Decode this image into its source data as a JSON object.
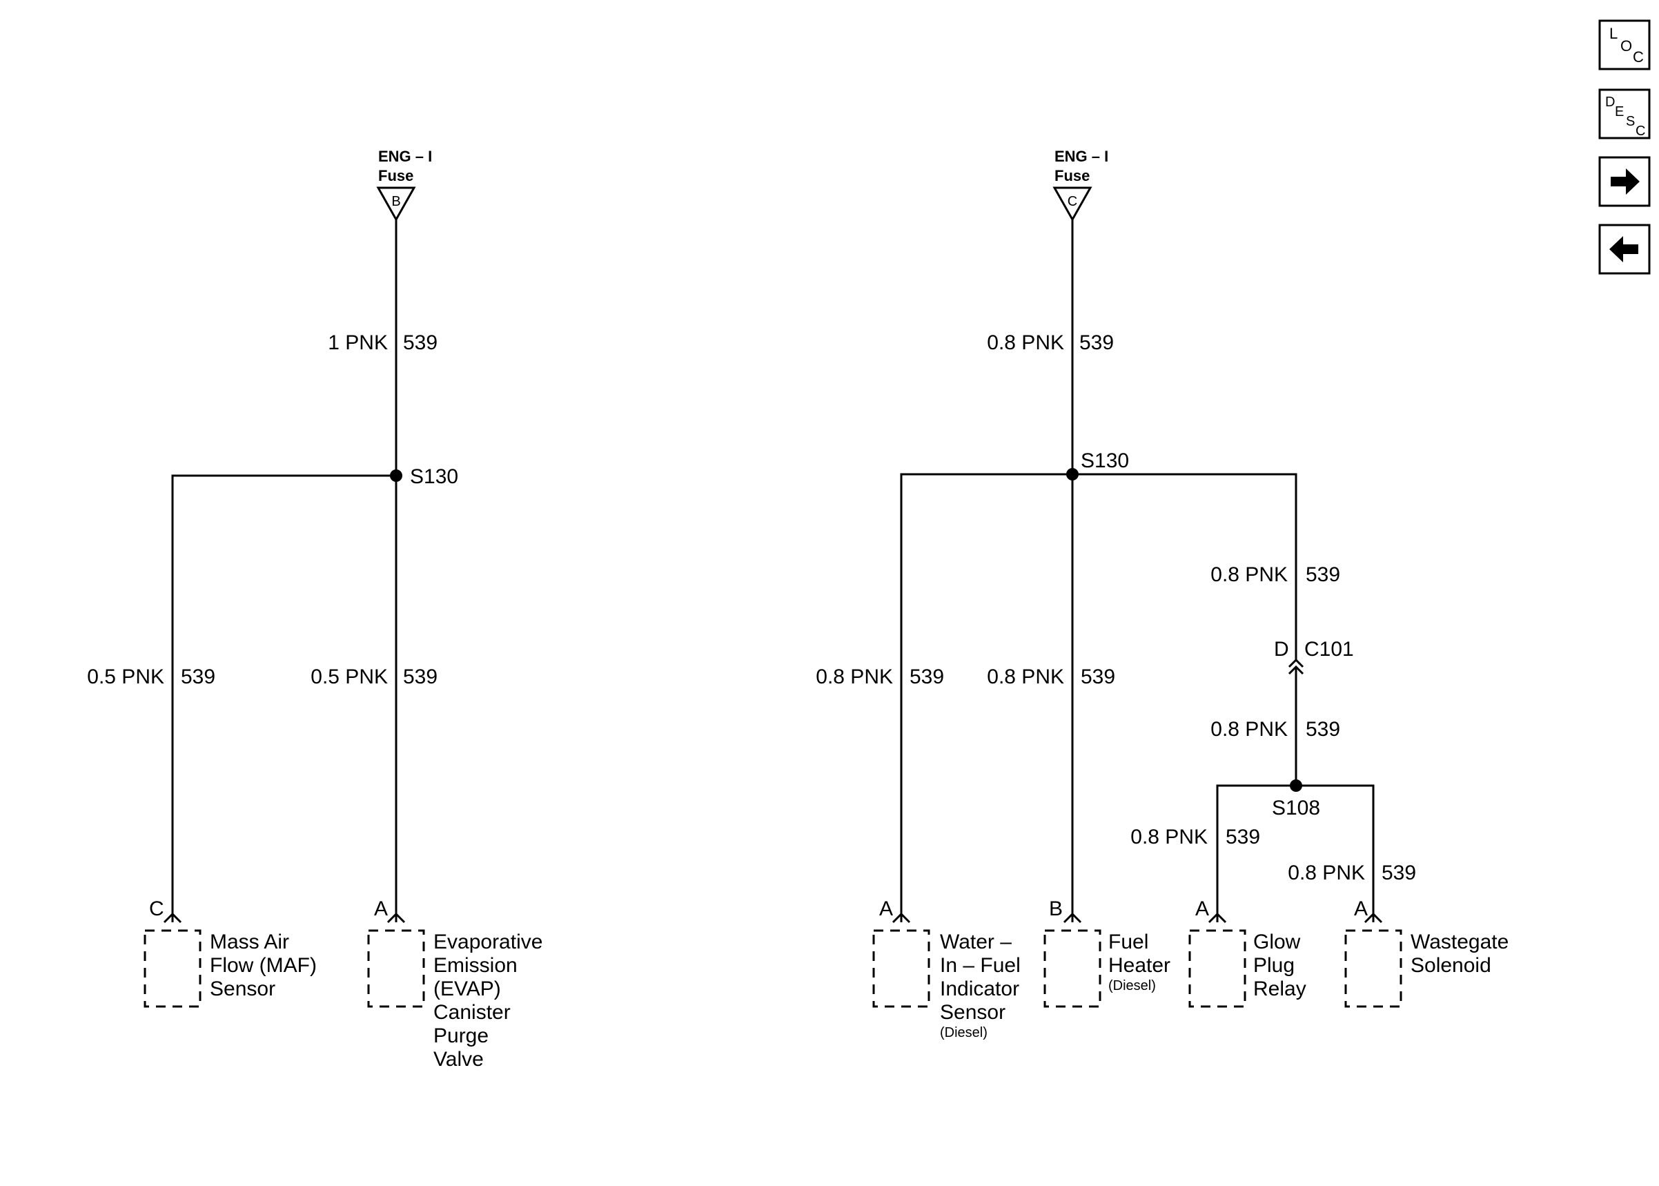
{
  "fuses": [
    {
      "name": "ENG – I",
      "sub": "Fuse",
      "pin": "B"
    },
    {
      "name": "ENG – I",
      "sub": "Fuse",
      "pin": "C"
    }
  ],
  "wires": {
    "l_main": {
      "gauge": "1 PNK",
      "circuit": "539"
    },
    "l_maf": {
      "gauge": "0.5 PNK",
      "circuit": "539"
    },
    "l_evap": {
      "gauge": "0.5 PNK",
      "circuit": "539"
    },
    "r_main": {
      "gauge": "0.8 PNK",
      "circuit": "539"
    },
    "r_wif": {
      "gauge": "0.8 PNK",
      "circuit": "539"
    },
    "r_fuel": {
      "gauge": "0.8 PNK",
      "circuit": "539"
    },
    "r_upper": {
      "gauge": "0.8 PNK",
      "circuit": "539"
    },
    "r_lower": {
      "gauge": "0.8 PNK",
      "circuit": "539"
    },
    "r_glow": {
      "gauge": "0.8 PNK",
      "circuit": "539"
    },
    "r_waste": {
      "gauge": "0.8 PNK",
      "circuit": "539"
    }
  },
  "splices": {
    "left": "S130",
    "right": "S130",
    "s108": "S108"
  },
  "connector": {
    "pin": "D",
    "name": "C101"
  },
  "components": {
    "maf": {
      "pin": "C",
      "lines": [
        "Mass Air",
        "Flow (MAF)",
        "Sensor"
      ]
    },
    "evap": {
      "pin": "A",
      "lines": [
        "Evaporative",
        "Emission",
        "(EVAP)",
        "Canister",
        "Purge",
        "Valve"
      ]
    },
    "wif": {
      "pin": "A",
      "lines": [
        "Water –",
        "In – Fuel",
        "Indicator",
        "Sensor"
      ],
      "note": "(Diesel)"
    },
    "fuel": {
      "pin": "B",
      "lines": [
        "Fuel",
        "Heater"
      ],
      "note": "(Diesel)"
    },
    "glow": {
      "pin": "A",
      "lines": [
        "Glow",
        "Plug",
        "Relay"
      ]
    },
    "waste": {
      "pin": "A",
      "lines": [
        "Wastegate",
        "Solenoid"
      ]
    }
  },
  "nav": {
    "loc": [
      "L",
      "O",
      "C"
    ],
    "desc": [
      "D",
      "E",
      "S",
      "C"
    ],
    "forward": "arrow-right-icon",
    "back": "arrow-left-icon"
  }
}
